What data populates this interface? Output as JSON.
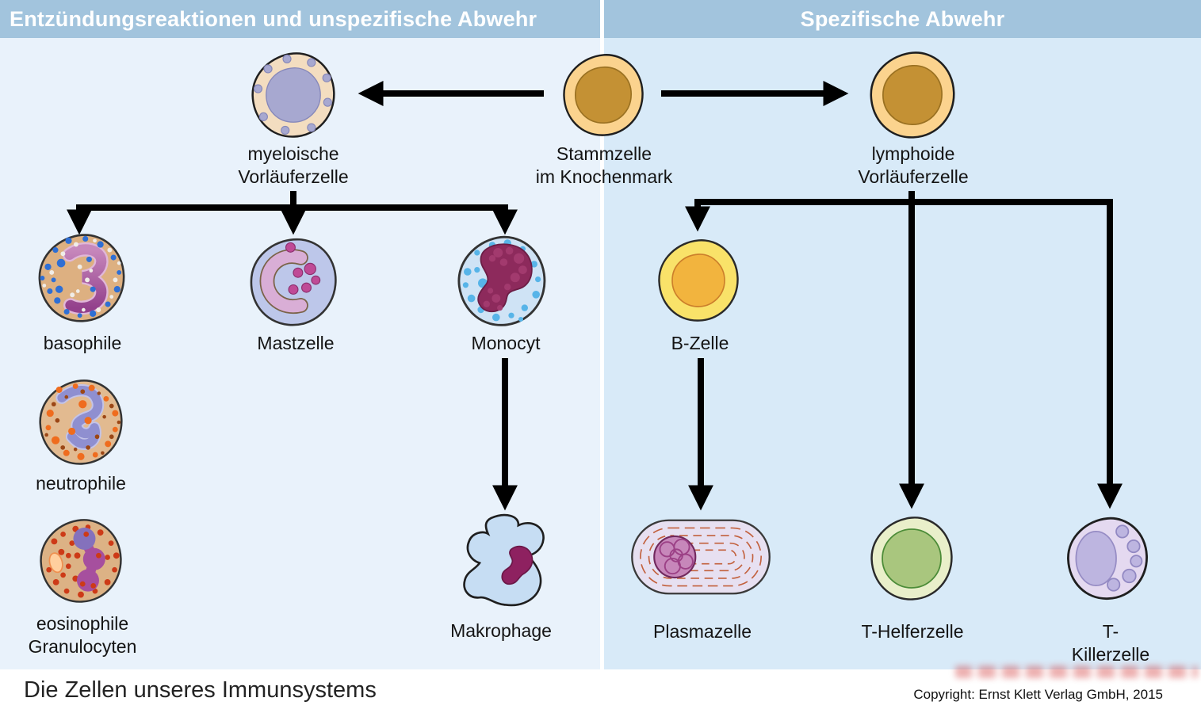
{
  "header": {
    "left_title": "Entzündungsreaktionen und unspezifische Abwehr",
    "right_title": "Spezifische Abwehr"
  },
  "nodes": {
    "stammzelle": {
      "label": "Stammzelle\nim Knochenmark"
    },
    "myeloische_vorlaeuferzelle": {
      "label": "myeloische\nVorläuferzelle"
    },
    "lymphoide_vorlaeuferzelle": {
      "label": "lymphoide\nVorläuferzelle"
    },
    "basophile": {
      "label": "basophile"
    },
    "mastzelle": {
      "label": "Mastzelle"
    },
    "monocyt": {
      "label": "Monocyt"
    },
    "neutrophile": {
      "label": "neutrophile"
    },
    "eosinophile_granulocyten": {
      "label": "eosinophile\nGranulocyten"
    },
    "makrophage": {
      "label": "Makrophage"
    },
    "b_zelle": {
      "label": "B-Zelle"
    },
    "plasmazelle": {
      "label": "Plasmazelle"
    },
    "t_helferzelle": {
      "label": "T-Helferzelle"
    },
    "t_killerzelle": {
      "label": "T-Killerzelle"
    }
  },
  "footer": {
    "title": "Die Zellen unseres Immunsystems",
    "copyright": "Copyright: Ernst Klett Verlag GmbH, 2015"
  },
  "colors": {
    "header_bg": "#a2c4dd",
    "header_text": "#ffffff",
    "panel_left_bg": "#e9f2fb",
    "panel_right_bg": "#d8eaf8",
    "divider": "#ffffff",
    "arrow": "#000000",
    "label_text": "#141414",
    "stem_cell_fill": "#fbd38e",
    "stem_cell_nucleus": "#c49134",
    "myeloid_fill": "#f3ddc0",
    "myeloid_nucleus": "#a7a8d0",
    "basophil_fill": "#ddb081",
    "mast_cell_fill": "#bdc7ea",
    "monocyte_fill": "#cfe3f5",
    "neutrophil_fill": "#e2ba90",
    "eosinophil_fill": "#dcb285",
    "macrophage_fill": "#c6ddf3",
    "nucleus_dark_magenta": "#8d2a5c",
    "b_cell_fill": "#f9e269",
    "b_cell_nucleus": "#f2b43e",
    "plasma_cell_fill": "#e7e0f1",
    "t_helper_fill": "#e9efca",
    "t_helper_nucleus": "#a9c67e",
    "t_killer_fill": "#e4d9f0"
  }
}
